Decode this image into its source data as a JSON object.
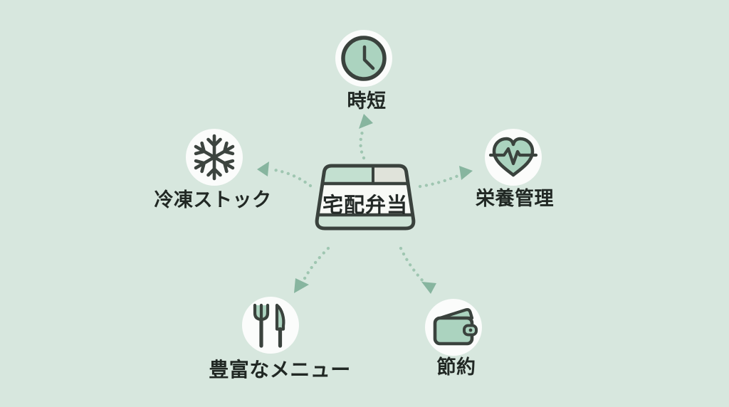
{
  "colors": {
    "background": "#d7e7de",
    "icon_fill_green": "#abd3bf",
    "outline_dark": "#3a423d",
    "arrow_dots": "#9fc6b1",
    "arrow_head": "#87b59f",
    "bubble_white": "#fbfcfb",
    "bento_lid_green": "#c3e0d0",
    "bento_lid_gray": "#e0e3da",
    "bento_face": "#f8faf6",
    "bento_bottom": "#cfe5d8",
    "label_text": "#212824"
  },
  "center": {
    "label": "宅配弁当",
    "icon": "bento-box-icon"
  },
  "nodes": [
    {
      "id": "time-saving",
      "label": "時短",
      "icon": "clock-icon"
    },
    {
      "id": "frozen-stock",
      "label": "冷凍ストック",
      "icon": "snowflake-icon"
    },
    {
      "id": "nutrition",
      "label": "栄養管理",
      "icon": "heart-pulse-icon"
    },
    {
      "id": "menu-variety",
      "label": "豊富なメニュー",
      "icon": "fork-knife-icon"
    },
    {
      "id": "saving-money",
      "label": "節約",
      "icon": "wallet-icon"
    }
  ]
}
